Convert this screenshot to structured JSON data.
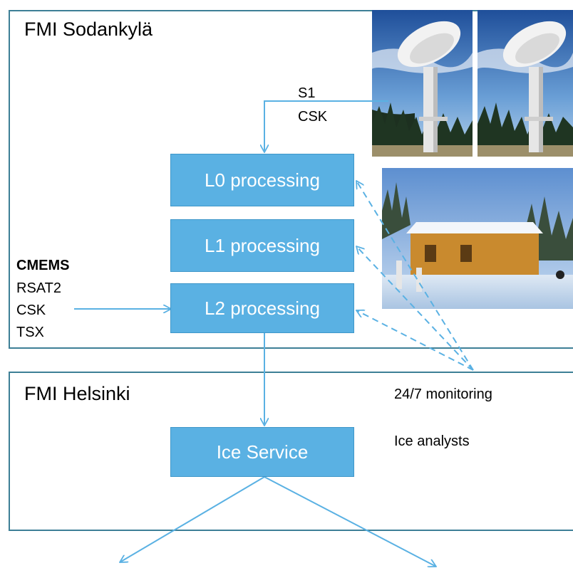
{
  "regions": {
    "sodankyla": {
      "title": "FMI Sodankylä"
    },
    "helsinki": {
      "title": "FMI Helsinki"
    }
  },
  "processing": {
    "l0": "L0 processing",
    "l1": "L1 processing",
    "l2": "L2 processing",
    "ice_service": "Ice Service"
  },
  "inputs": {
    "direct": [
      "S1",
      "CSK"
    ],
    "cmems_title": "CMEMS",
    "cmems": [
      "RSAT2",
      "CSK",
      "TSX"
    ]
  },
  "labels": {
    "monitoring": "24/7 monitoring",
    "analysts": "Ice analysts"
  },
  "colors": {
    "box_fill": "#5ab1e3",
    "frame": "#3d7f96",
    "arrow": "#5ab1e3"
  },
  "icons": [
    "satellite-dish-photo",
    "satellite-dish-photo",
    "station-building-photo"
  ]
}
